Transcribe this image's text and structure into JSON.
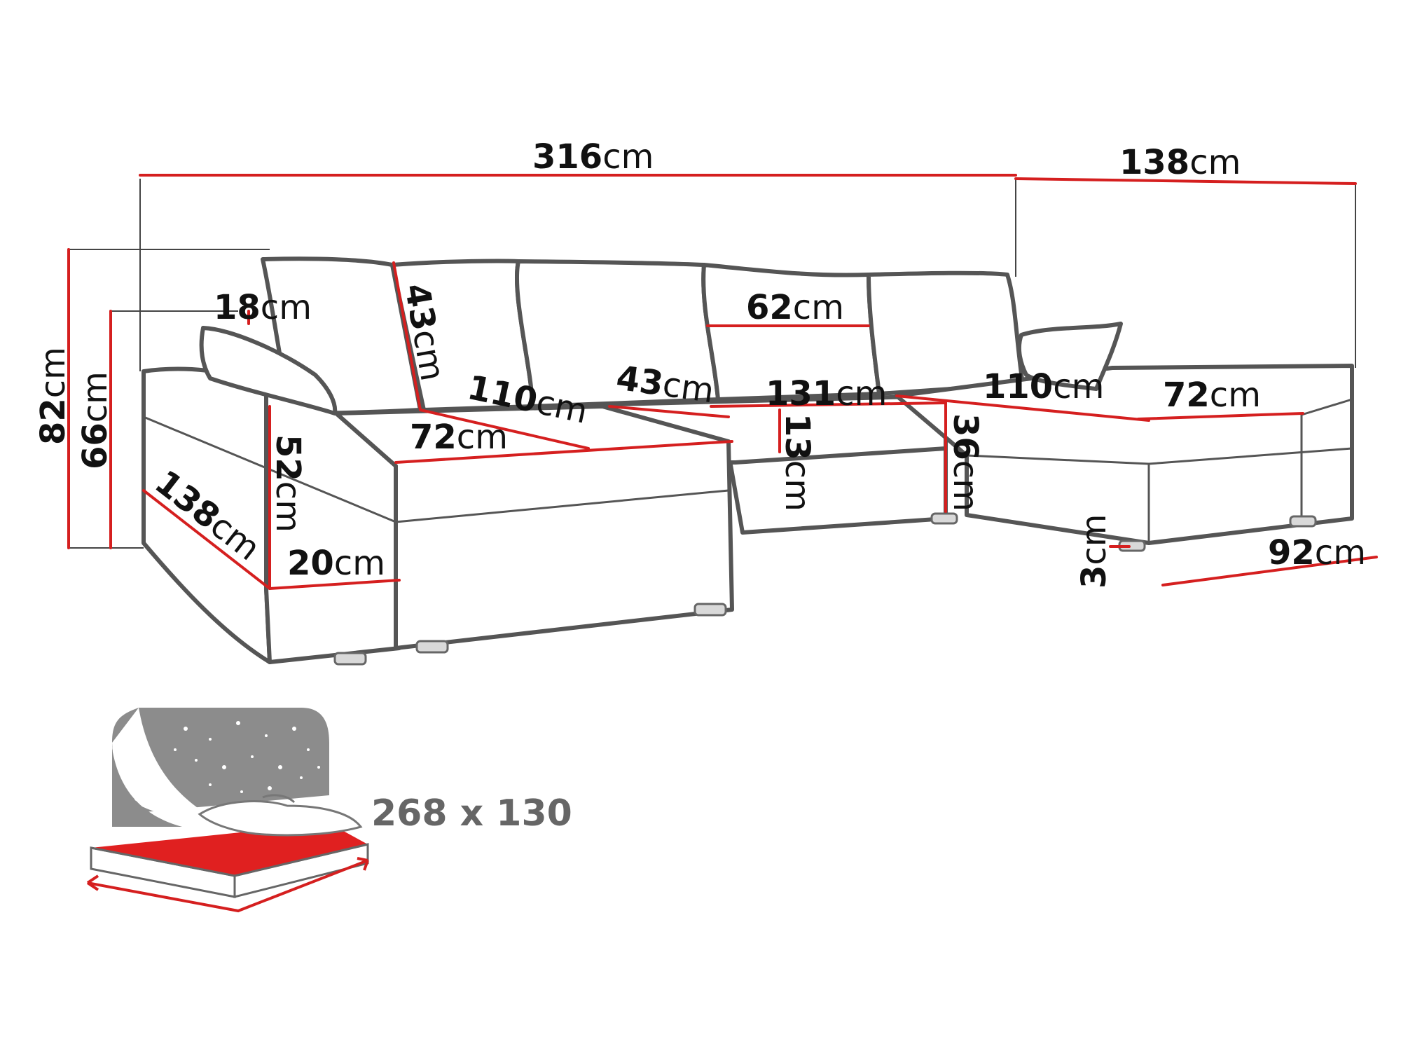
{
  "colors": {
    "outline": "#555555",
    "dimension_line": "#d51f1f",
    "bed_surface": "#e02020",
    "night_sky": "#8c8c8c",
    "bed_label": "#666666"
  },
  "unit": "cm",
  "dimensions": {
    "total_width": "316",
    "chaise_width": "138",
    "total_height": "82",
    "armrest_height": "66",
    "pillow_gap": "18",
    "back_cushion_height": "43",
    "back_cushion_width": "62",
    "seat_depth_top": "43",
    "seat_width": "131",
    "seat_cushion_thickness": "13",
    "seat_height": "36",
    "left_chaise_length": "110",
    "left_chaise_width": "72",
    "left_arm_height": "52",
    "left_side_length": "138",
    "arm_width": "20",
    "right_chaise_length": "110",
    "right_chaise_width": "72",
    "leg_height": "3",
    "right_chaise_depth": "92"
  },
  "bed": {
    "size_label": "268 x 130",
    "icons": [
      "moon-stars-icon",
      "sleeping-bed-icon"
    ]
  }
}
